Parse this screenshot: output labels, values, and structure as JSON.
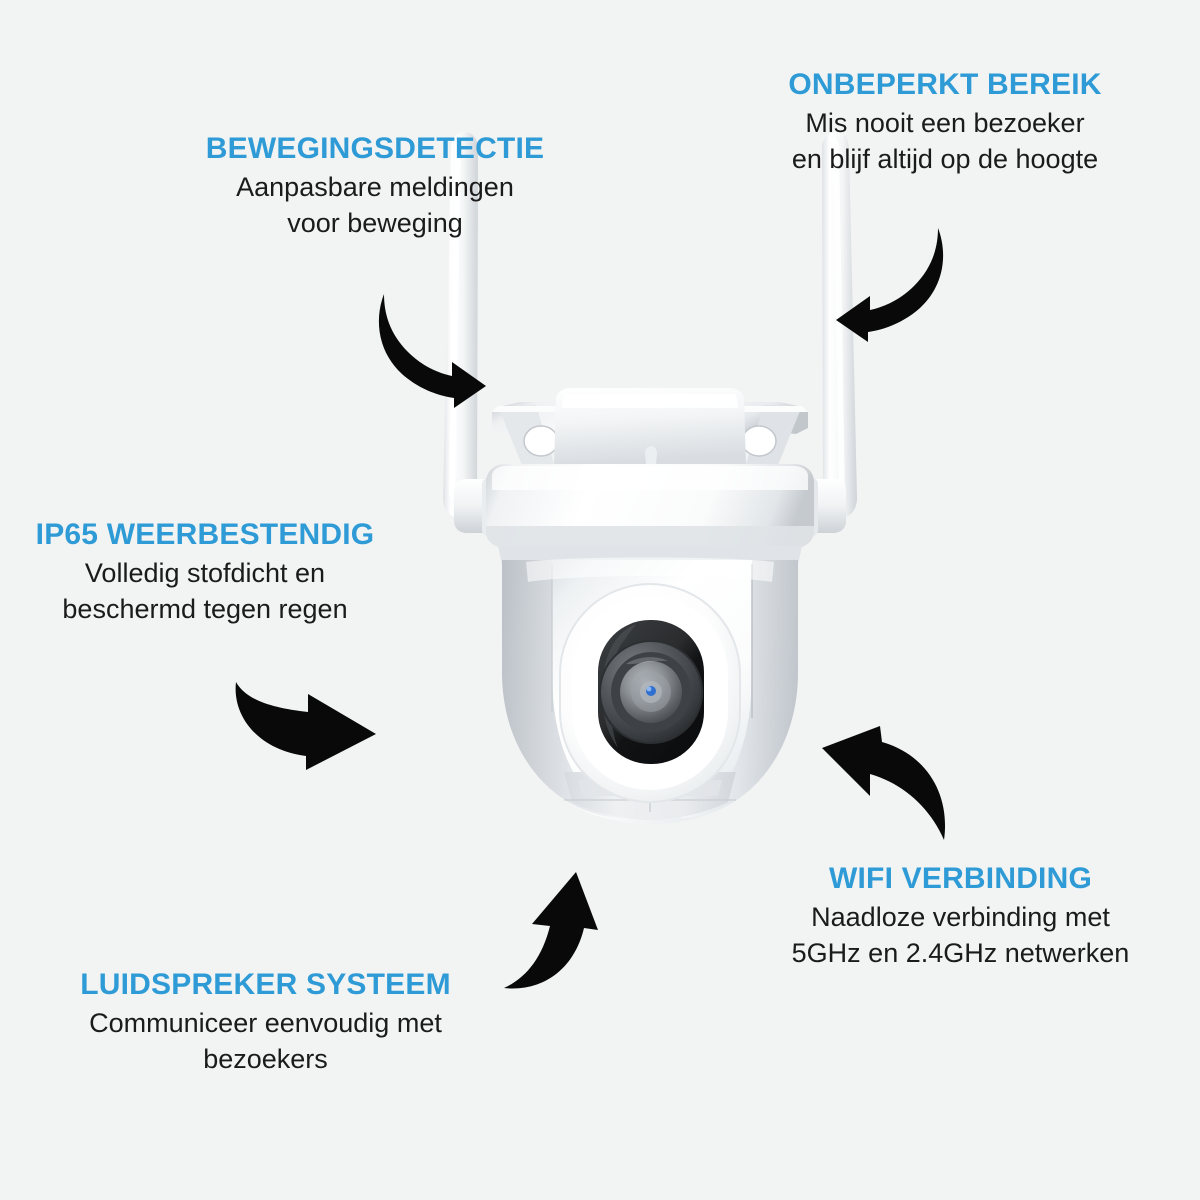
{
  "page": {
    "background_color": "#f2f3f3",
    "accent_color": "#2e9bd6",
    "body_text_color": "#1b1b1b",
    "product": "wifi-pan-tilt-security-camera"
  },
  "features": {
    "motion": {
      "title": "BEWEGINGSDETECTIE",
      "line1": "Aanpasbare meldingen",
      "line2": "voor beweging"
    },
    "range": {
      "title": "ONBEPERKT BEREIK",
      "line1": "Mis nooit een bezoeker",
      "line2": "en blijf altijd op de hoogte"
    },
    "weather": {
      "title": "IP65 WEERBESTENDIG",
      "line1": "Volledig stofdicht en",
      "line2": "beschermd tegen regen"
    },
    "wifi": {
      "title": "WIFI VERBINDING",
      "line1": "Naadloze verbinding met",
      "line2": "5GHz en 2.4GHz netwerken"
    },
    "speaker": {
      "title": "LUIDSPREKER SYSTEEM",
      "line1": "Communiceer eenvoudig met",
      "line2": "bezoekers"
    }
  }
}
